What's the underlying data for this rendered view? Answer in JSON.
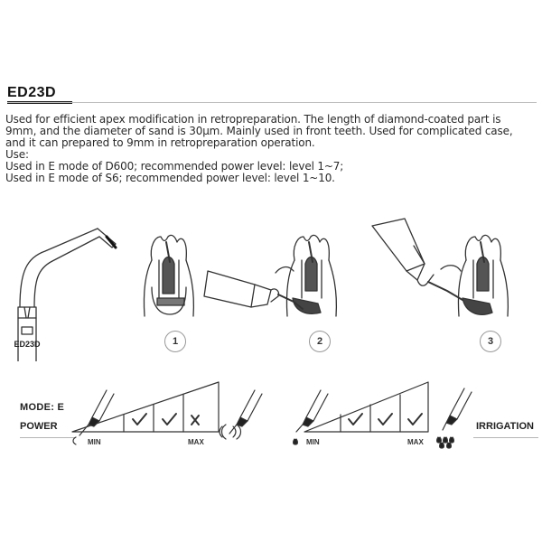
{
  "product": {
    "code": "ED23D",
    "description": [
      "Used for efficient apex modification in retropreparation. The length of diamond-coated part is",
      "9mm, and the diameter of sand is 30μm. Mainly used in front teeth. Used for complicated case,",
      "and it can prepared to 9mm in retropreparation operation.",
      "Use:",
      "Used in E mode of D600; recommended power level: level 1~7;",
      "Used in E mode of S6; recommended power level: level 1~10."
    ]
  },
  "tip_drawing": {
    "label": "ED23D"
  },
  "steps": [
    "1",
    "2",
    "3"
  ],
  "settings": {
    "mode_label": "MODE: E",
    "power_label": "POWER",
    "irrigation_label": "IRRIGATION",
    "power_scale": {
      "min": "MIN",
      "max": "MAX",
      "levels": [
        "check",
        "check",
        "cross"
      ]
    },
    "irrigation_scale": {
      "min": "MIN",
      "max": "MAX",
      "levels": [
        "check",
        "check",
        "check"
      ]
    }
  },
  "colors": {
    "text": "#222222",
    "line": "#333333",
    "tooth_shade": "#555555"
  }
}
